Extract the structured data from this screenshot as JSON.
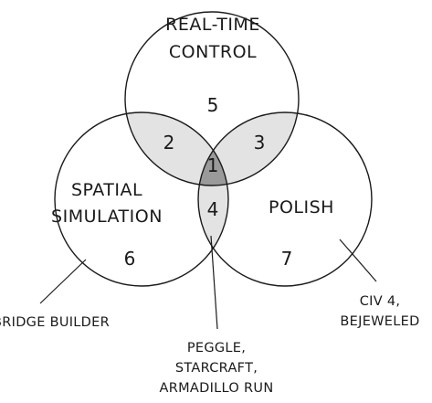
{
  "sets": {
    "top": {
      "title_line1": "REAL-TIME",
      "title_line2": "CONTROL"
    },
    "left": {
      "title_line1": "SPATIAL",
      "title_line2": "SIMULATION"
    },
    "right": {
      "title_line1": "POLISH"
    }
  },
  "regions": {
    "top_only": "5",
    "top_left": "2",
    "top_right": "3",
    "center": "1",
    "left_right": "4",
    "left_only": "6",
    "right_only": "7"
  },
  "callouts": {
    "left": {
      "line1": "BRIDGE BUILDER"
    },
    "right": {
      "line1": "CIV 4,",
      "line2": "BEJEWELED"
    },
    "bottom": {
      "line1": "PEGGLE,",
      "line2": "STARCRAFT,",
      "line3": "ARMADILLO RUN"
    }
  },
  "colors": {
    "stroke": "#1a1a1a",
    "pair_overlap": "#e3e3e3",
    "triple_overlap": "#9a9a9a"
  }
}
